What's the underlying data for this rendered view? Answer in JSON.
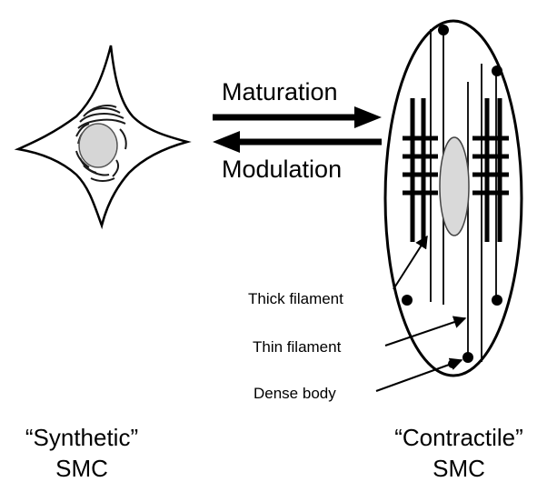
{
  "process": {
    "forward_label": "Maturation",
    "reverse_label": "Modulation"
  },
  "cells": {
    "synthetic": {
      "caption_line1": "“Synthetic”",
      "caption_line2": "SMC"
    },
    "contractile": {
      "caption_line1": "“Contractile”",
      "caption_line2": "SMC"
    }
  },
  "structures": {
    "thick_filament": "Thick filament",
    "thin_filament": "Thin filament",
    "dense_body": "Dense body"
  },
  "colors": {
    "outline": "#000000",
    "nucleus_fill": "#d6d6d6",
    "background": "#ffffff"
  }
}
